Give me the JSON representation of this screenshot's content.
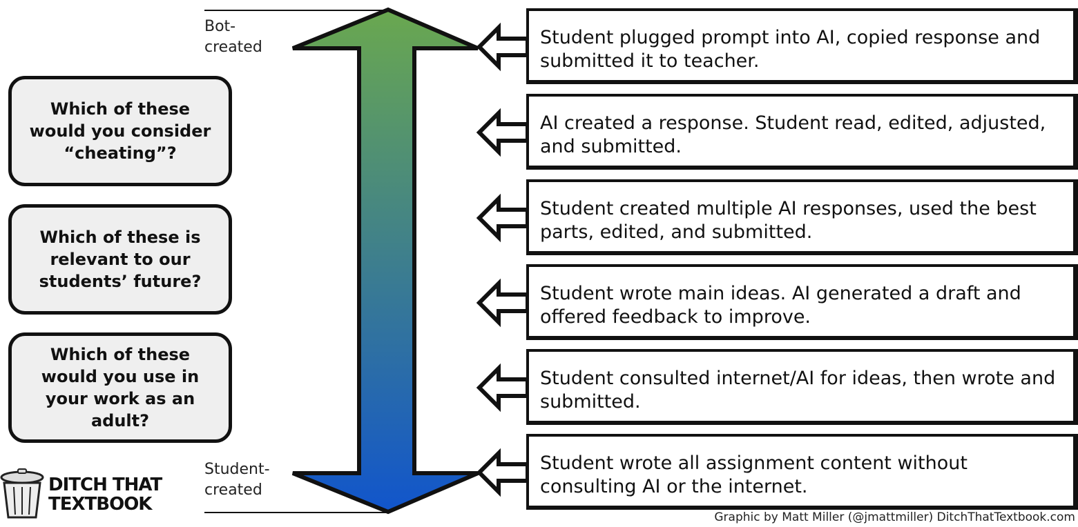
{
  "questions": [
    "Which of these would you consider “cheating”?",
    "Which of these is relevant to our students’ future?",
    "Which of these would you use in your work as an adult?"
  ],
  "scale": {
    "top_label": "Bot-\ncreated",
    "bottom_label": "Student-\ncreated",
    "gradient_top": "#6aa84f",
    "gradient_bottom": "#1155cc"
  },
  "statements": [
    "Student plugged prompt into AI, copied response and submitted it to teacher.",
    "AI created a response. Student read, edited, adjusted, and submitted.",
    "Student created multiple AI responses, used the best parts, edited, and submitted.",
    "Student wrote main ideas. AI generated a draft and offered feedback to improve.",
    "Student consulted internet/AI for ideas, then wrote and submitted.",
    "Student wrote all assignment content without consulting AI or the internet."
  ],
  "logo": {
    "line1": "DITCH THAT",
    "line2": "TEXTBOOK",
    "icon": "trash-can-icon"
  },
  "credit": "Graphic by Matt Miller (@jmattmiller) DitchThatTextbook.com"
}
